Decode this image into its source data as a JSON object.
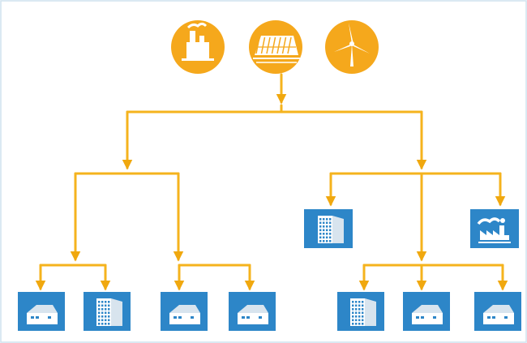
{
  "colors": {
    "background": "#ffffff",
    "frame": "#cfe2ef",
    "connector": "#f5b31d",
    "arrow": "#f0a80f",
    "power_source": "#f5a81c",
    "consumer": "#2d86c8",
    "icon_light": "#ffffff",
    "icon_shade": "#d8e4ee",
    "window": "#2d86c8"
  },
  "power_sources": [
    {
      "name": "power-plant",
      "icon": "power-plant-icon"
    },
    {
      "name": "solar-farm",
      "icon": "solar-panel-icon"
    },
    {
      "name": "wind-farm",
      "icon": "wind-turbine-icon"
    }
  ],
  "consumers": [
    {
      "name": "house",
      "icon": "house-icon"
    },
    {
      "name": "office-building",
      "icon": "office-building-icon"
    },
    {
      "name": "house",
      "icon": "house-icon"
    },
    {
      "name": "house",
      "icon": "house-icon"
    },
    {
      "name": "office-building",
      "icon": "office-building-icon"
    },
    {
      "name": "factory",
      "icon": "factory-icon"
    },
    {
      "name": "office-building",
      "icon": "office-building-icon"
    },
    {
      "name": "house",
      "icon": "house-icon"
    },
    {
      "name": "house",
      "icon": "house-icon"
    }
  ]
}
